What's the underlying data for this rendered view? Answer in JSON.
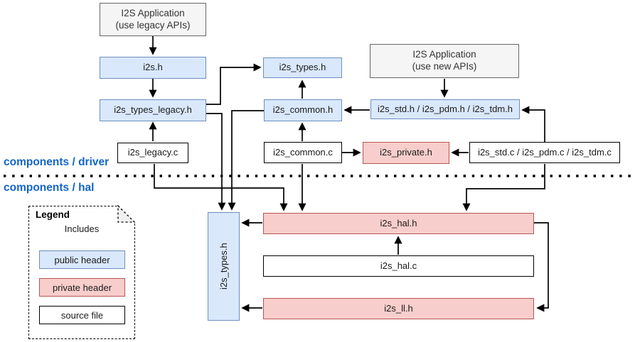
{
  "diagram": {
    "sections": {
      "driver": "components / driver",
      "hal": "components / hal"
    },
    "nodes": {
      "app_legacy": {
        "label": "I2S Application\n(use legacy APIs)",
        "type": "application"
      },
      "i2s_h": {
        "label": "i2s.h",
        "type": "public header"
      },
      "i2s_types_legacy_h": {
        "label": "i2s_types_legacy.h",
        "type": "public header"
      },
      "i2s_legacy_c": {
        "label": "i2s_legacy.c",
        "type": "source file"
      },
      "i2s_types_h": {
        "label": "i2s_types.h",
        "type": "public header"
      },
      "i2s_common_h": {
        "label": "i2s_common.h",
        "type": "public header"
      },
      "i2s_common_c": {
        "label": "i2s_common.c",
        "type": "source file"
      },
      "i2s_private_h": {
        "label": "i2s_private.h",
        "type": "private header"
      },
      "app_new": {
        "label": "I2S Application\n(use new APIs)",
        "type": "application"
      },
      "i2s_std_h": {
        "label": "i2s_std.h / i2s_pdm.h / i2s_tdm.h",
        "type": "public header"
      },
      "i2s_std_c": {
        "label": "i2s_std.c / i2s_pdm.c / i2s_tdm.c",
        "type": "source file"
      },
      "hal_i2s_types_h": {
        "label": "i2s_types.h",
        "type": "public header"
      },
      "i2s_hal_h": {
        "label": "i2s_hal.h",
        "type": "private header"
      },
      "i2s_hal_c": {
        "label": "i2s_hal.c",
        "type": "source file"
      },
      "i2s_ll_h": {
        "label": "i2s_ll.h",
        "type": "private header"
      }
    },
    "edges": [
      {
        "from": "app_legacy",
        "to": "i2s_h"
      },
      {
        "from": "i2s_h",
        "to": "i2s_types_legacy_h"
      },
      {
        "from": "i2s_legacy_c",
        "to": "i2s_types_legacy_h"
      },
      {
        "from": "i2s_types_legacy_h",
        "to": "i2s_types_h"
      },
      {
        "from": "i2s_types_legacy_h",
        "to": "hal_i2s_types_h"
      },
      {
        "from": "i2s_common_h",
        "to": "i2s_types_h"
      },
      {
        "from": "i2s_common_h",
        "to": "hal_i2s_types_h"
      },
      {
        "from": "i2s_common_c",
        "to": "i2s_common_h"
      },
      {
        "from": "i2s_common_c",
        "to": "i2s_private_h"
      },
      {
        "from": "i2s_common_c",
        "to": "i2s_hal_h"
      },
      {
        "from": "app_new",
        "to": "i2s_std_h"
      },
      {
        "from": "i2s_std_h",
        "to": "i2s_common_h"
      },
      {
        "from": "i2s_std_c",
        "to": "i2s_std_h"
      },
      {
        "from": "i2s_std_c",
        "to": "i2s_private_h"
      },
      {
        "from": "i2s_std_c",
        "to": "i2s_hal_h"
      },
      {
        "from": "i2s_legacy_c",
        "to": "i2s_hal_h"
      },
      {
        "from": "i2s_hal_h",
        "to": "hal_i2s_types_h"
      },
      {
        "from": "i2s_hal_h",
        "to": "i2s_ll_h"
      },
      {
        "from": "i2s_hal_c",
        "to": "i2s_hal_h"
      },
      {
        "from": "i2s_ll_h",
        "to": "hal_i2s_types_h"
      }
    ],
    "legend": {
      "title": "Legend",
      "arrow_label": "Includes",
      "public_header": "public header",
      "private_header": "private header",
      "source_file": "source file"
    },
    "colors": {
      "public_header_fill": "#dae8fc",
      "public_header_border": "#6c8ebf",
      "private_header_fill": "#f8cecc",
      "private_header_border": "#b85450",
      "source_file_fill": "#ffffff",
      "source_file_border": "#000000",
      "application_fill": "#f5f5f5",
      "application_border": "#666666",
      "section_label_text": "#1265cc",
      "connector": "#000000"
    }
  }
}
